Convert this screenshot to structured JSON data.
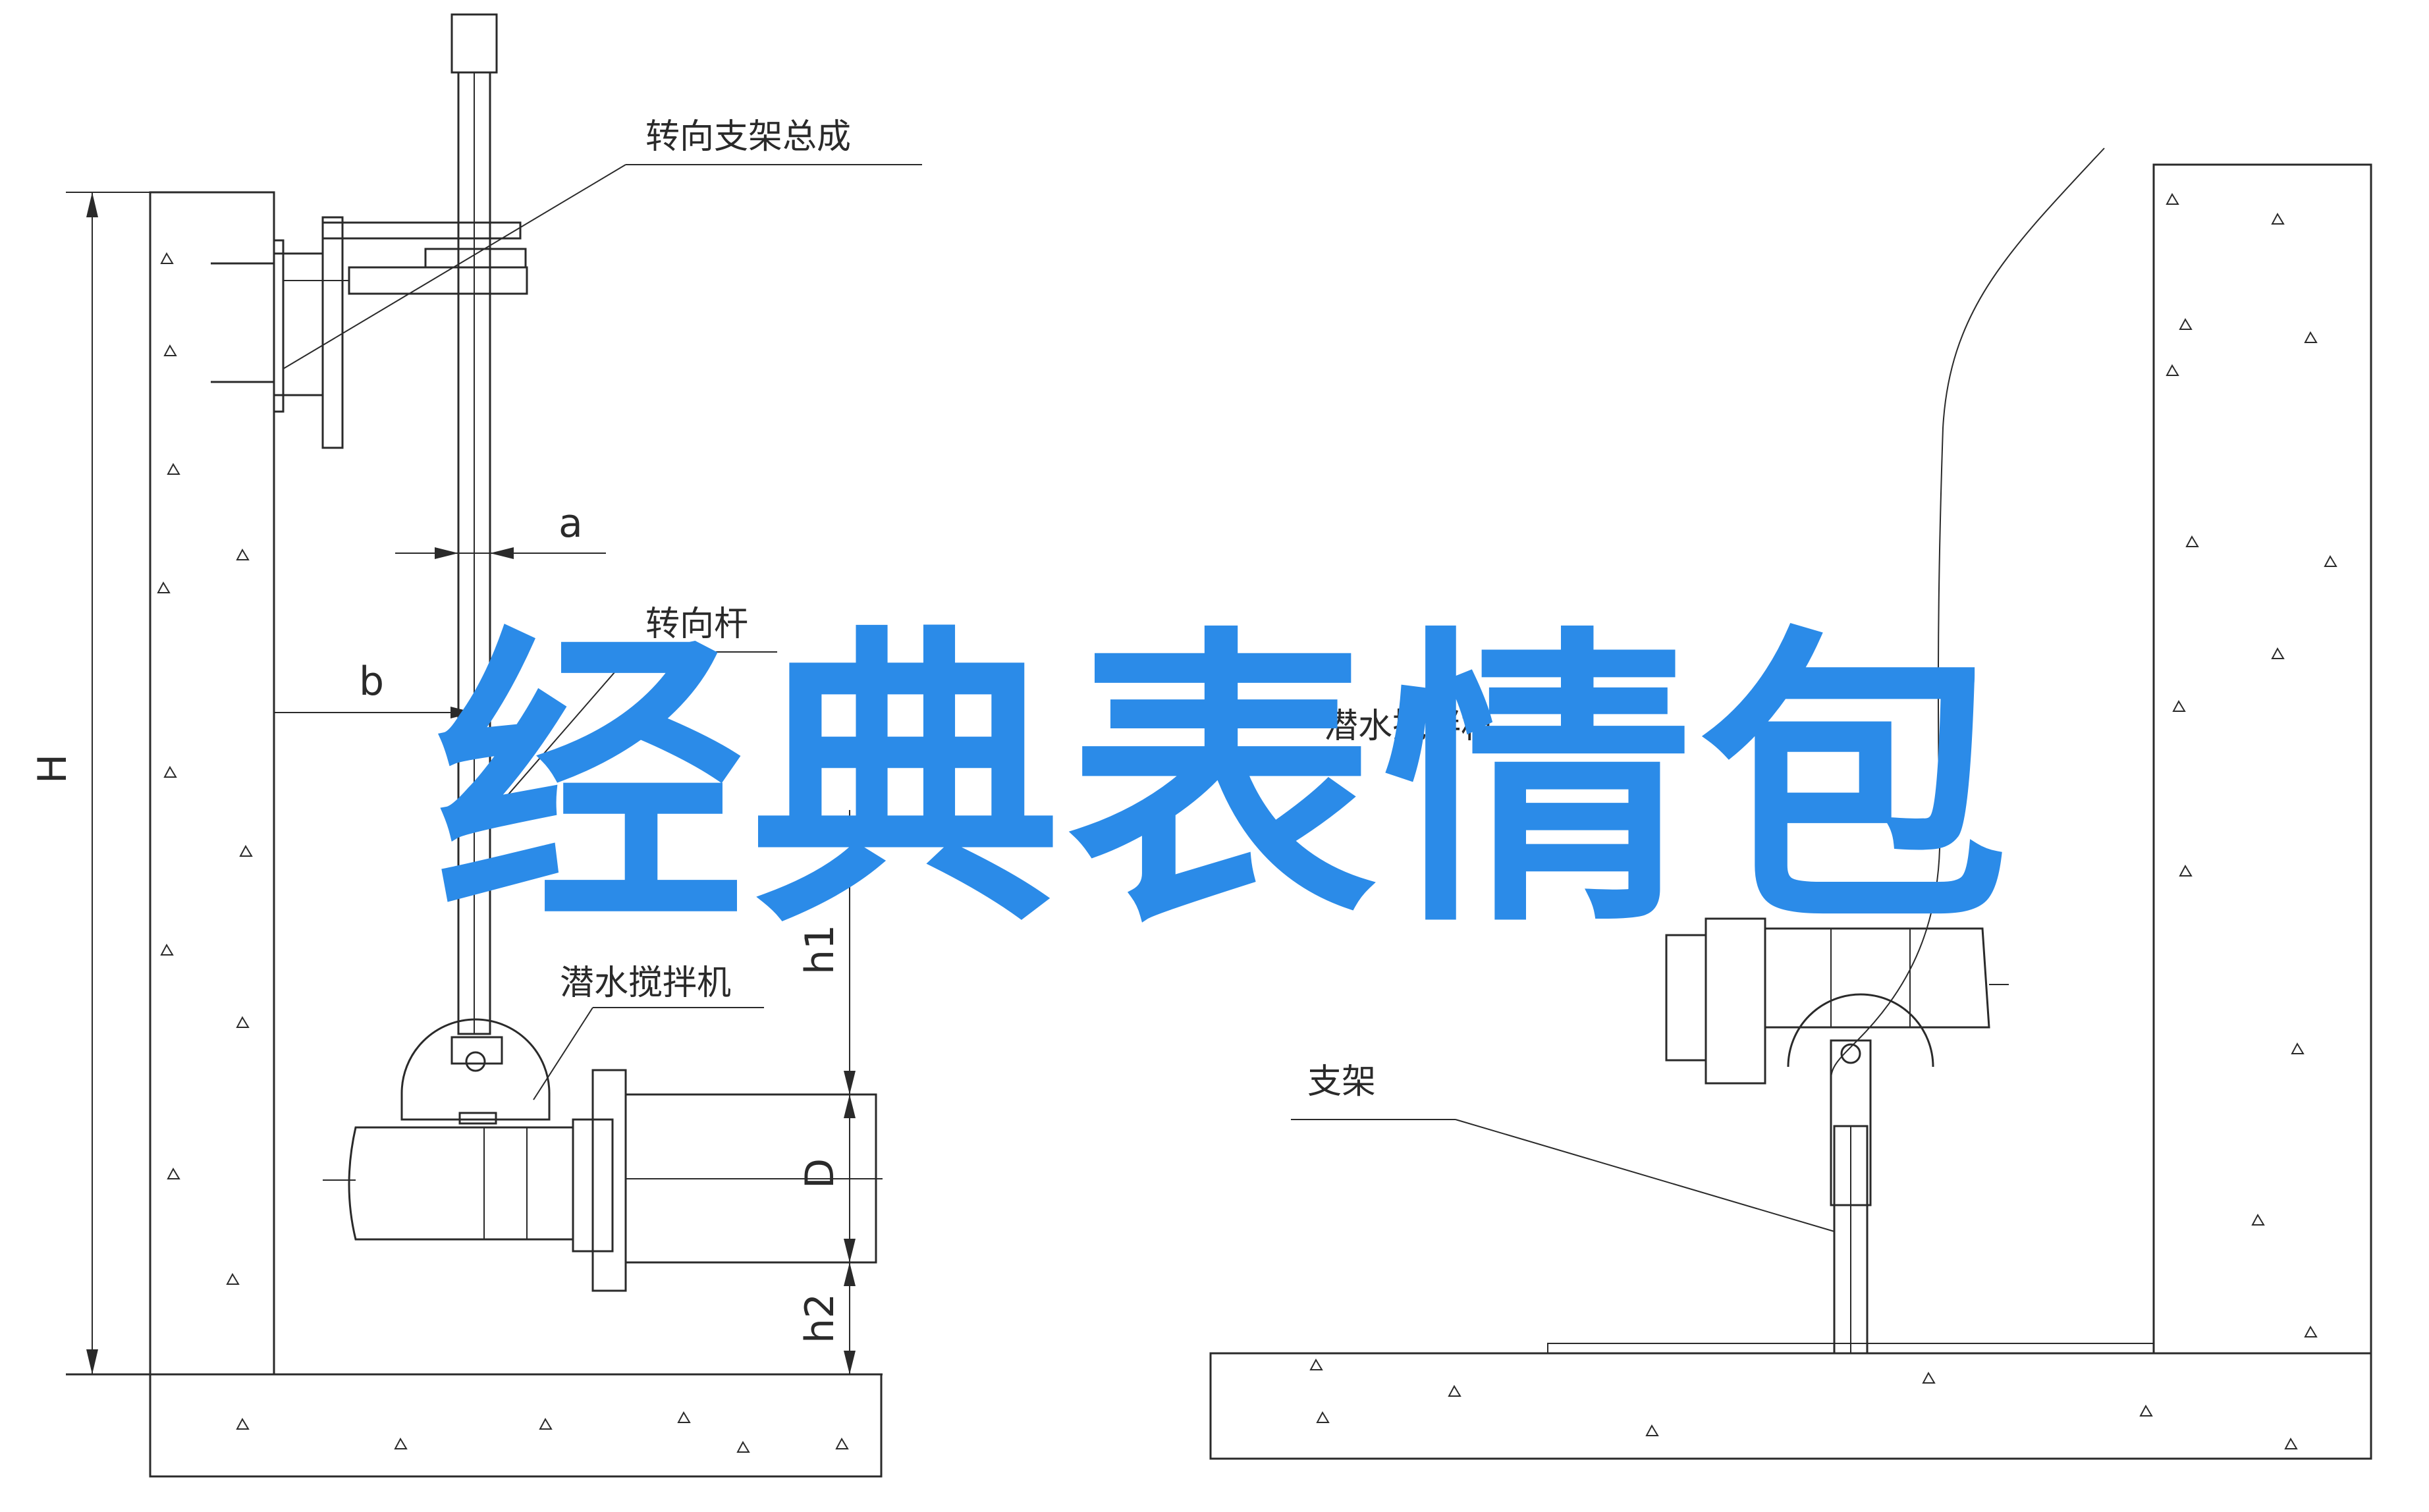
{
  "labels": {
    "steering_bracket_assembly": "转向支架总成",
    "steering_rod": "转向杆",
    "submersible_mixer": "潜水搅拌机",
    "submersible_mixer_partial": "潜水搅拌机",
    "bracket": "支架"
  },
  "dimensions": {
    "H": "H",
    "a": "a",
    "b": "b",
    "h1": "h1",
    "D": "D",
    "h2": "h2"
  },
  "overlay": {
    "title": "经典表情包",
    "color": "#2b8be8"
  },
  "colors": {
    "line": "#2a2a2a",
    "background": "#ffffff"
  }
}
